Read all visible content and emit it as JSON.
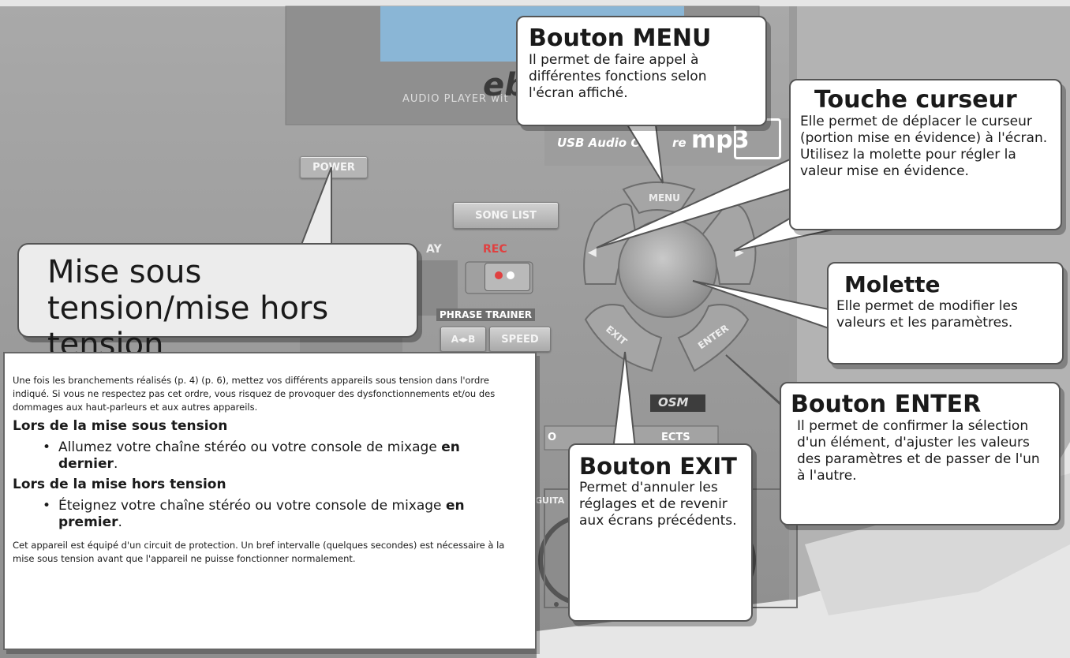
{
  "device": {
    "brand_fragment": "eb",
    "subtitle_fragment": "AUDIO PLAYER wit",
    "usb_text": "USB Audio C",
    "usb_text_tail": "re",
    "mp3_text": "mp3",
    "power_label": "POWER",
    "song_list_label": "SONG LIST",
    "play_fragment": "AY",
    "rec_label": "REC",
    "phrase_trainer_label": "PHRASE TRAINER",
    "ab_label": "A◂▸B",
    "speed_label": "SPEED",
    "menu_label": "MENU",
    "exit_label": "EXIT",
    "enter_label": "ENTER",
    "cosm_label": "OSM",
    "effects_fragment": "ECTS",
    "guitar_fragment": "GUITA",
    "lower_fragment": "O"
  },
  "callouts": {
    "menu": {
      "title": "Bouton MENU",
      "text": "Il permet de faire appel à différentes fonctions selon l'écran affiché."
    },
    "cursor": {
      "title": "Touche curseur",
      "text": "Elle permet de déplacer le curseur (portion mise en évidence) à l'écran. Utilisez la molette pour régler la valeur mise en évidence."
    },
    "dial": {
      "title": "Molette",
      "text": "Elle permet de modifier les valeurs et les paramètres."
    },
    "enter": {
      "title": "Bouton ENTER",
      "text": "Il permet de confirmer la sélection d'un élément, d'ajuster les valeurs des paramètres et de passer de l'un à l'autre."
    },
    "exit": {
      "title": "Bouton EXIT",
      "text": "Permet d'annuler les réglages et de revenir aux écrans précédents."
    },
    "power": {
      "title": "Mise sous tension/mise hors tension"
    }
  },
  "instructions": {
    "intro": "Une fois les branchements réalisés (p. 4) (p. 6), mettez vos différents appareils sous tension dans l'ordre indiqué. Si vous ne respectez pas cet ordre, vous risquez de provoquer des dysfonctionnements et/ou des dommages aux haut-parleurs et aux autres appareils.",
    "on_heading": "Lors de la mise sous tension",
    "on_text": "Allumez votre chaîne stéréo ou votre console de mixage",
    "on_emphasis": "en dernier",
    "off_heading": "Lors de la mise hors tension",
    "off_text": "Éteignez votre chaîne stéréo ou votre console de mixage",
    "off_emphasis": "en premier",
    "period": ".",
    "footer": "Cet appareil est équipé d'un circuit de protection. Un bref intervalle (quelques secondes) est nécessaire à la mise sous tension avant que l'appareil ne puisse fonctionner normalement."
  }
}
